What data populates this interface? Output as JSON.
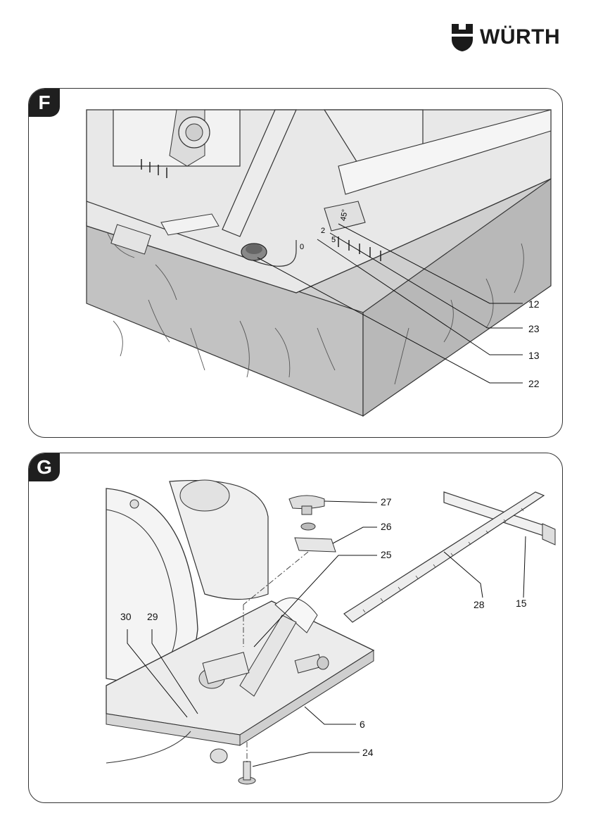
{
  "logo": {
    "text": "WÜRTH"
  },
  "figure_f": {
    "label": "F",
    "callouts": [
      "12",
      "23",
      "13",
      "22"
    ],
    "scale_marks": {
      "a": "45°",
      "b": "0",
      "c": "2",
      "d": "5"
    }
  },
  "figure_g": {
    "label": "G",
    "callouts": [
      "27",
      "26",
      "25",
      "28",
      "15",
      "30",
      "29",
      "6",
      "24"
    ]
  }
}
